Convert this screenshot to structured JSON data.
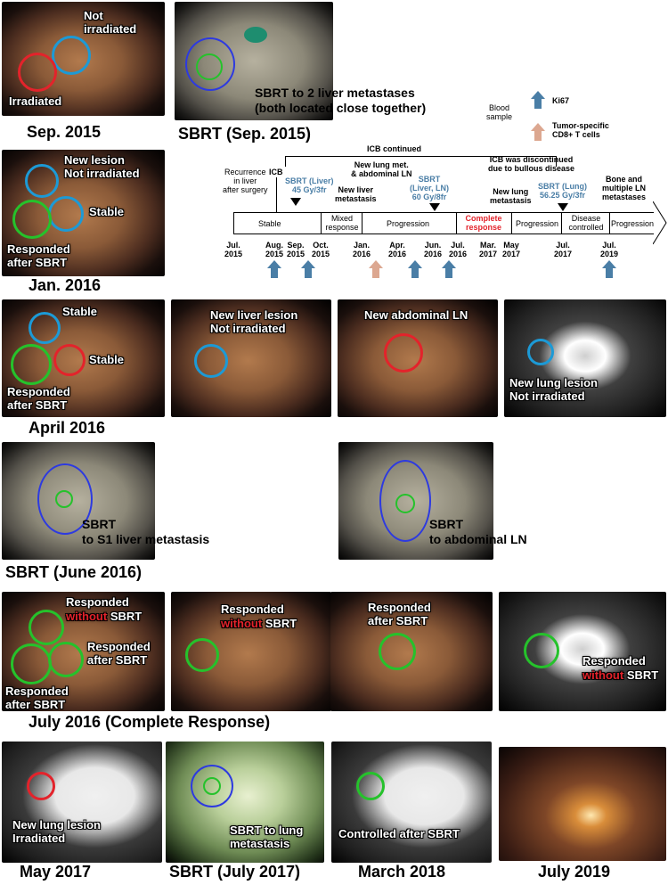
{
  "row1": {
    "panel1": {
      "label_not_irradiated": "Not\nirradiated",
      "label_irradiated": "Irradiated",
      "caption": "Sep. 2015"
    },
    "panel2": {
      "label": "SBRT to 2 liver metastases\n(both located close together)",
      "caption": "SBRT (Sep. 2015)"
    }
  },
  "legend": {
    "blood_sample": "Blood\nsample",
    "ki67": "Ki67",
    "cd8": "Tumor-specific\nCD8+ T cells"
  },
  "row2": {
    "panel1": {
      "label_new": "New lesion\nNot irradiated",
      "label_stable": "Stable",
      "label_responded": "Responded\nafter SBRT",
      "caption": "Jan. 2016"
    }
  },
  "timeline": {
    "icb_continued": "ICB continued",
    "icb": "ICB",
    "icb_discontinued": "ICB was discontinued\ndue to bullous disease",
    "recurrence": "Recurrence\nin liver\nafter surgery",
    "sbrt_liver": "SBRT (Liver)\n45 Gy/3fr",
    "new_lung_met": "New lung met.\n& abdominal LN",
    "new_liver_met": "New liver\nmetastasis",
    "sbrt_liver_ln": "SBRT\n(Liver, LN)\n60 Gy/8fr",
    "new_lung_metastasis": "New lung\nmetastasis",
    "sbrt_lung": "SBRT (Lung)\n56.25 Gy/3fr",
    "bone_ln": "Bone and\nmultiple LN\nmetastases",
    "phases": [
      "Stable",
      "Mixed\nresponse",
      "Progression",
      "Complete\nresponse",
      "Progression",
      "Disease\ncontrolled",
      "Progression"
    ],
    "dates": [
      "Jul.\n2015",
      "Aug.\n2015",
      "Sep.\n2015",
      "Oct.\n2015",
      "Jan.\n2016",
      "Apr.\n2016",
      "Jun.\n2016",
      "Jul.\n2016",
      "Mar.\n2017",
      "May\n2017",
      "Jul.\n2017",
      "Jul.\n2019"
    ]
  },
  "row3": {
    "panel1": {
      "label_stable_top": "Stable",
      "label_stable_right": "Stable",
      "label_responded": "Responded\nafter SBRT",
      "caption": "April 2016"
    },
    "panel2": {
      "label": "New liver lesion\nNot irradiated"
    },
    "panel3": {
      "label": "New abdominal LN"
    },
    "panel4": {
      "label": "New lung lesion\nNot irradiated"
    }
  },
  "row4": {
    "panel1": {
      "label": "SBRT\nto S1 liver metastasis"
    },
    "panel2": {
      "label": "SBRT\nto abdominal LN"
    },
    "caption": "SBRT (June 2016)"
  },
  "row5": {
    "panel1": {
      "label_top_a": "Responded",
      "label_top_b": "without",
      "label_top_c": " SBRT",
      "label_right": "Responded\nafter SBRT",
      "label_bottom": "Responded\nafter SBRT"
    },
    "panel2": {
      "label_a": "Responded",
      "label_b": "without",
      "label_c": " SBRT"
    },
    "panel3": {
      "label": "Responded\nafter SBRT"
    },
    "panel4": {
      "label_a": "Responded",
      "label_b": "without",
      "label_c": " SBRT"
    },
    "caption": "July 2016 (Complete Response)"
  },
  "row6": {
    "panel1": {
      "label": "New lung lesion\nIrradiated",
      "caption": "May 2017"
    },
    "panel2": {
      "label": "SBRT to lung\nmetastasis",
      "caption": "SBRT (July 2017)"
    },
    "panel3": {
      "label": "Controlled after SBRT",
      "caption": "March 2018"
    },
    "panel4": {
      "caption": "July 2019"
    }
  },
  "colors": {
    "red": "#e3232b",
    "blue": "#1c9ad6",
    "green": "#25c22b",
    "steel": "#4a7ea6",
    "pink": "#dca790"
  }
}
